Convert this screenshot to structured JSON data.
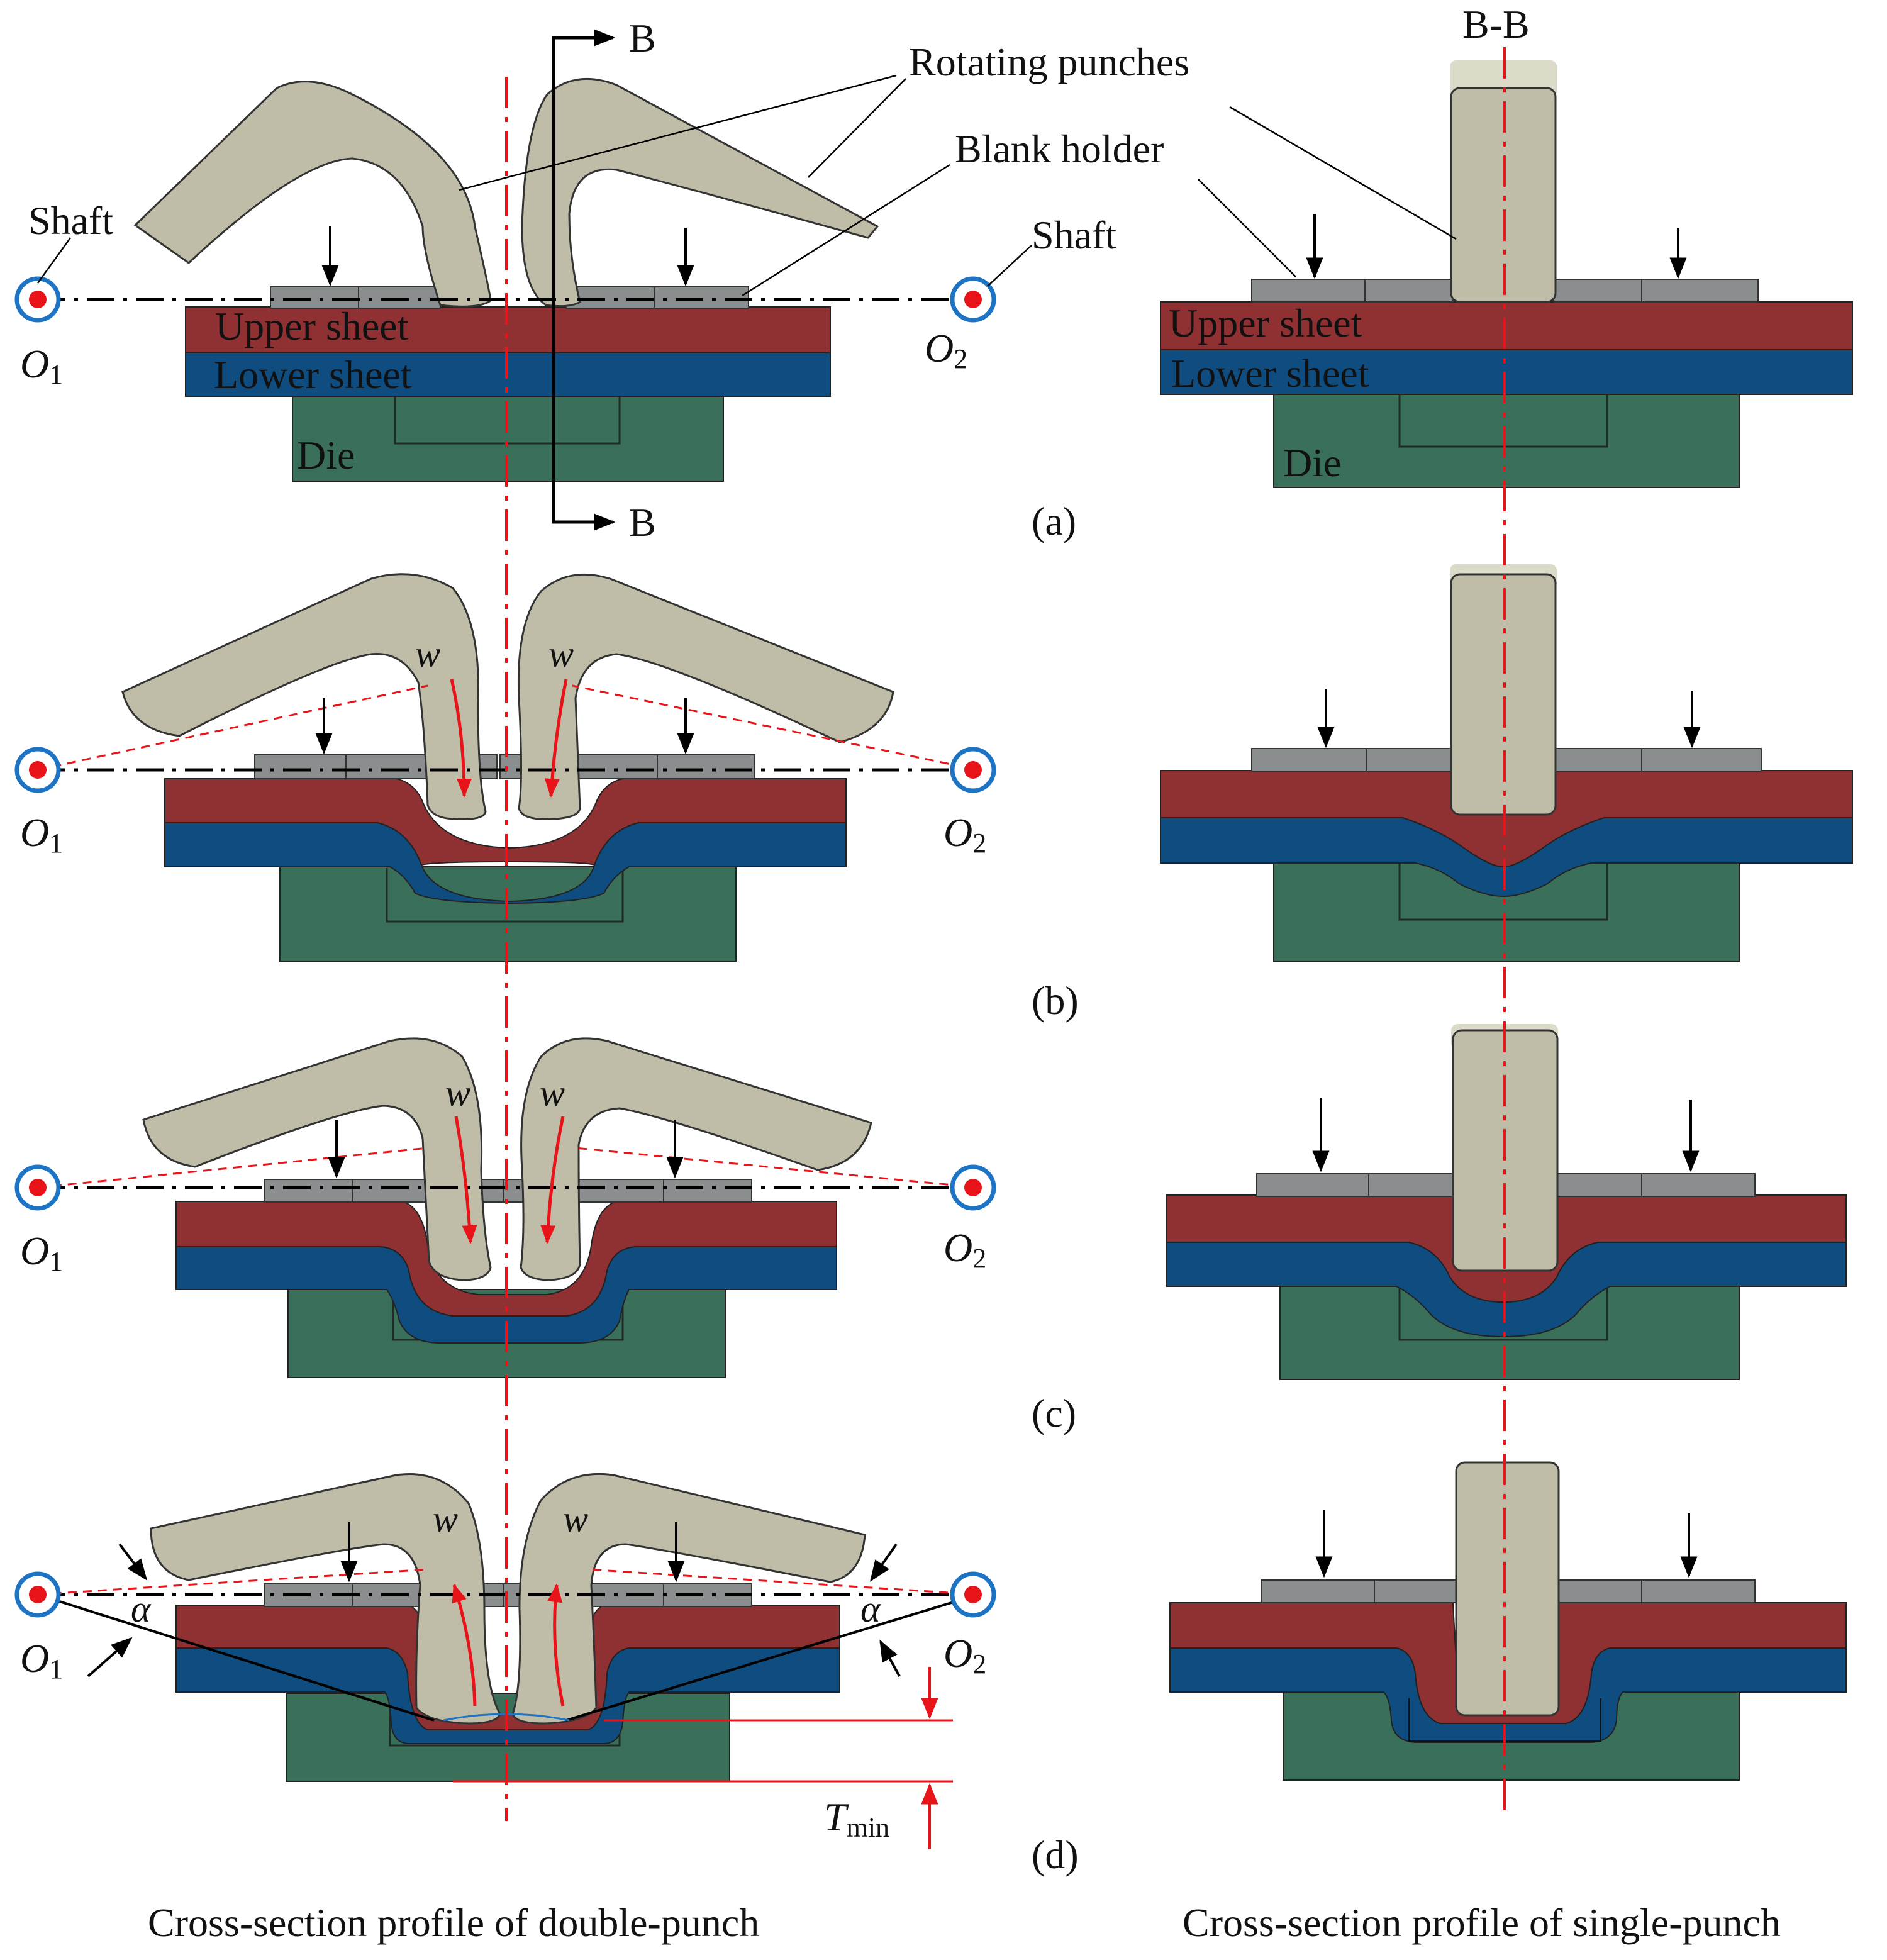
{
  "labels": {
    "rotating_punches": "Rotating punches",
    "blank_holder": "Blank holder",
    "shaft_left": "Shaft",
    "shaft_right": "Shaft",
    "upper_sheet": "Upper sheet",
    "lower_sheet": "Lower sheet",
    "die": "Die",
    "section_mark": "B",
    "section_title": "B-B",
    "o1_main": "O",
    "o1_sub": "1",
    "o2_main": "O",
    "o2_sub": "2",
    "omega": "w",
    "alpha": "α",
    "tmin_main": "T",
    "tmin_sub": "min"
  },
  "panels": [
    {
      "id": "a",
      "label": "(a)"
    },
    {
      "id": "b",
      "label": "(b)"
    },
    {
      "id": "c",
      "label": "(c)"
    },
    {
      "id": "d",
      "label": "(d)"
    }
  ],
  "captions": {
    "left": "Cross-section profile of double-punch",
    "right": "Cross-section profile of single-punch"
  },
  "colors": {
    "punch": "#bfbda7",
    "punch_light": "#dcdbc9",
    "upper_sheet": "#8f3133",
    "lower_sheet": "#0f4d80",
    "die": "#3a7059",
    "blank_holder": "#8a8e8e",
    "centerline": "#e8141a",
    "shaft_ring": "#1d74c4",
    "shaft_dot": "#e8141a"
  },
  "icons": [
    "shaft-icon",
    "down-arrow-icon",
    "rotation-arrow-icon",
    "section-arrow-icon"
  ]
}
